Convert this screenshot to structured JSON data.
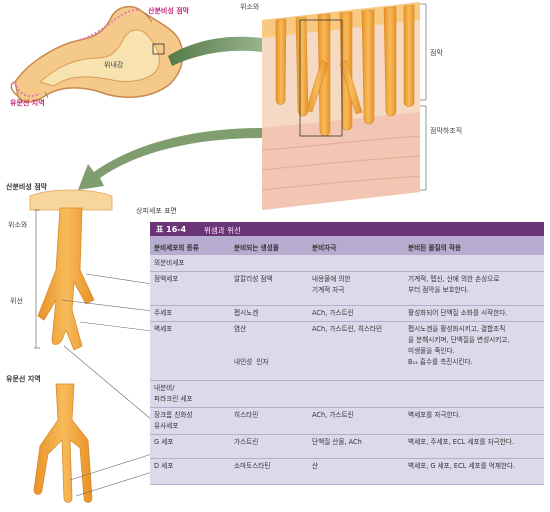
{
  "labels": {
    "stomach_oxyntic": "산분비성 점막",
    "stomach_pyloric": "유문선 지역",
    "stomach_label": "위내강",
    "gastric_pit": "위소와",
    "mucosa": "점막",
    "submucosa": "점막하조직",
    "detail_oxyntic": "산분비성 점막",
    "detail_pit": "위소와",
    "detail_gland": "위선",
    "detail_pyloric": "유문선 지역",
    "surface_epithelial": "상피세포 표면"
  },
  "table": {
    "number": "표 16-4",
    "title": "위샘과 위선",
    "headers": [
      "분비세포의 종류",
      "분비되는 생성물",
      "분비자극",
      "분비된 물질의 작용"
    ],
    "rows": [
      [
        "외분비세포",
        "",
        "",
        ""
      ],
      [
        "점액세포",
        "알칼리성 점액",
        "내용물에 의한\n기계적 자극",
        "기계적, 펩신, 산에 의한 손상으로\n부터 점막을 보호한다."
      ],
      [
        "주세포",
        "펩시노겐",
        "ACh, 가스트린",
        "활성화되어 단백질 소화를 시작한다."
      ],
      [
        "벽세포",
        "염산\n\n\n내인성  인자",
        "ACh, 가스트린, 히스타민",
        "펩시노겐을 활성화시키고, 결합조직\n을 분해시키며, 단백질을 변성시키고,\n미생물을 죽인다.\nB₁₂ 흡수를 촉진시킨다."
      ],
      [
        "내분비/\n파라크린 세포",
        "",
        "",
        ""
      ],
      [
        "장크롬 친화성\n유사세포",
        "히스타민",
        "ACh, 가스트린",
        "벽세포를 자극한다."
      ],
      [
        "G 세포",
        "가스트린",
        "단백질 산물, ACh",
        "벽세포, 주세포, ECL 세포를 자극한다."
      ],
      [
        "D 세포",
        "소마토스타틴",
        "산",
        "벽세포, G 세포, ECL 세포를 억제한다."
      ]
    ]
  },
  "colors": {
    "title_bar": "#6a3476",
    "header_bar": "#b5acd0",
    "table_bg": "#dcd9ea",
    "gland": "#f0a33a",
    "tissue": "#f7dcc0",
    "arrow": "#6c8f5a"
  }
}
